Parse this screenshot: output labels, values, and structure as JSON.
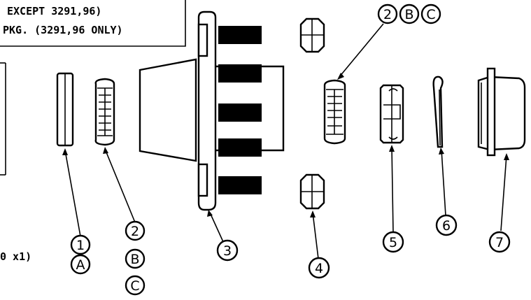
{
  "note": {
    "line1": "EXCEPT 3291,96)",
    "line2": "PKG. (3291,96 ONLY)"
  },
  "fragment_left": "0 x1)",
  "callouts": {
    "c1": "1",
    "cA": "A",
    "c2": "2",
    "cB": "B",
    "cC": "C",
    "c3": "3",
    "c4": "4",
    "c5": "5",
    "c6": "6",
    "c7": "7",
    "top2": "2",
    "topB": "B",
    "topC": "C"
  }
}
